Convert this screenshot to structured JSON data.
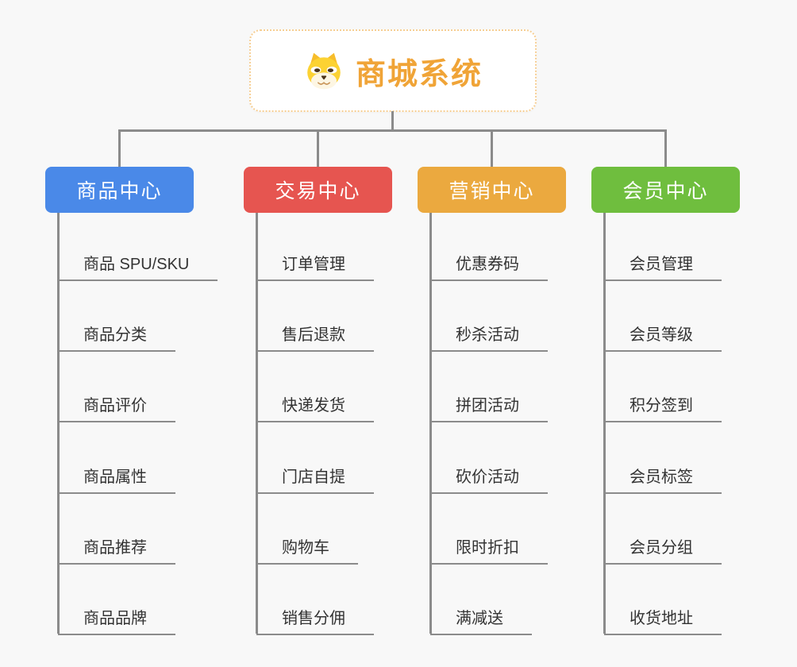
{
  "canvas": {
    "background": "#f8f8f8",
    "connector_color": "#8b8b8b",
    "leaf_text_color": "#333333"
  },
  "root": {
    "title": "商城系统",
    "icon": "shiba-dog-icon",
    "title_color": "#f0a437",
    "border_color": "#f6ce93"
  },
  "branches": [
    {
      "label": "商品中心",
      "color": "#4a89e8",
      "items": [
        "商品 SPU/SKU",
        "商品分类",
        "商品评价",
        "商品属性",
        "商品推荐",
        "商品品牌"
      ]
    },
    {
      "label": "交易中心",
      "color": "#e65550",
      "items": [
        "订单管理",
        "售后退款",
        "快递发货",
        "门店自提",
        "购物车",
        "销售分佣"
      ]
    },
    {
      "label": "营销中心",
      "color": "#eba93f",
      "items": [
        "优惠券码",
        "秒杀活动",
        "拼团活动",
        "砍价活动",
        "限时折扣",
        "满减送"
      ]
    },
    {
      "label": "会员中心",
      "color": "#6fbe3e",
      "items": [
        "会员管理",
        "会员等级",
        "积分签到",
        "会员标签",
        "会员分组",
        "收货地址"
      ]
    }
  ]
}
